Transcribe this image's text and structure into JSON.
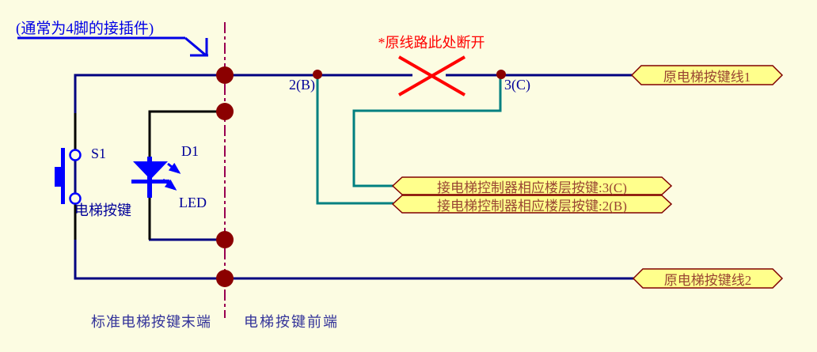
{
  "diagram": {
    "connector_note": "(通常为4脚的接插件)",
    "break_note": "*原线路此处断开",
    "components": {
      "switch_designator": "S1",
      "switch_label": "电梯按键",
      "led_designator": "D1",
      "led_label": "LED"
    },
    "pins": {
      "pin2": "2(B)",
      "pin3": "3(C)"
    },
    "ports": {
      "line1": "原电梯按键线1",
      "line2": "原电梯按键线2",
      "controller_3c": "接电梯控制器相应楼层按键:3(C)",
      "controller_2b": "接电梯控制器相应楼层按键:2(B)"
    },
    "sections": {
      "left": "标准电梯按键末端",
      "right": "电梯按键前端"
    },
    "colors": {
      "background": "#FCFCE2",
      "wire_navy": "#000080",
      "pin_wire_black": "#000000",
      "symbol_blue": "#0000FF",
      "new_wire_teal": "#008080",
      "junction_dark_red": "#8B0000",
      "boundary_dashed": "#990050",
      "break_red": "#FF0000",
      "port_fill": "#FFFF8C",
      "port_border": "#800000",
      "port_text": "#994433",
      "note_blue": "#0000E6",
      "label_navy": "#000099",
      "section_text": "#333399"
    }
  }
}
